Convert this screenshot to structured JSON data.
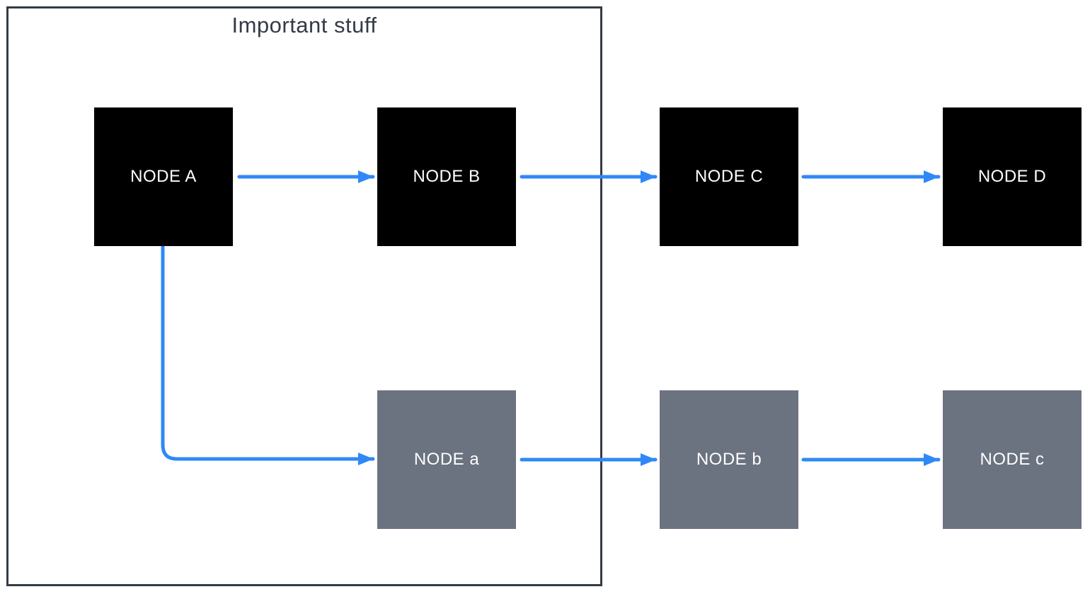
{
  "diagram": {
    "group": {
      "title": "Important stuff"
    },
    "nodes": [
      {
        "id": "A",
        "label": "NODE A",
        "variant": "primary"
      },
      {
        "id": "B",
        "label": "NODE B",
        "variant": "primary"
      },
      {
        "id": "C",
        "label": "NODE C",
        "variant": "primary"
      },
      {
        "id": "D",
        "label": "NODE D",
        "variant": "primary"
      },
      {
        "id": "a",
        "label": "NODE a",
        "variant": "secondary"
      },
      {
        "id": "b",
        "label": "NODE b",
        "variant": "secondary"
      },
      {
        "id": "c",
        "label": "NODE c",
        "variant": "secondary"
      }
    ],
    "edges": [
      {
        "from": "NODE A",
        "to": "NODE B",
        "type": "straight-arrow"
      },
      {
        "from": "NODE B",
        "to": "NODE C",
        "type": "straight-arrow"
      },
      {
        "from": "NODE C",
        "to": "NODE D",
        "type": "straight-arrow"
      },
      {
        "from": "NODE A",
        "to": "NODE a",
        "type": "elbow-arrow"
      },
      {
        "from": "NODE a",
        "to": "NODE b",
        "type": "straight-arrow"
      },
      {
        "from": "NODE b",
        "to": "NODE c",
        "type": "straight-arrow"
      }
    ],
    "colors": {
      "node_primary": "#000000",
      "node_secondary": "#6B7280",
      "node_text": "#FFFFFF",
      "arrow": "#2F88F7",
      "group_border": "#343B46",
      "group_title_text": "#343B46",
      "background": "#FFFFFF"
    }
  }
}
